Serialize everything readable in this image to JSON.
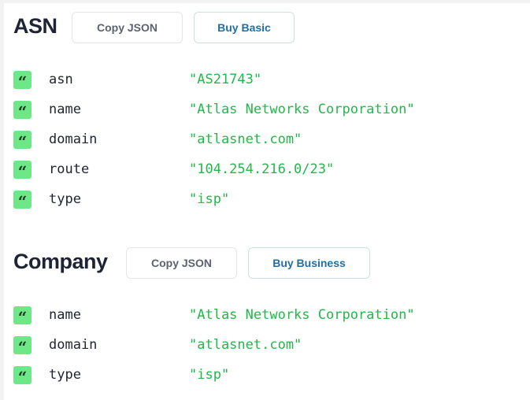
{
  "sections": [
    {
      "title": "ASN",
      "copy_label": "Copy JSON",
      "buy_label": "Buy Basic",
      "rows": [
        {
          "icon": "quote-icon",
          "key": "asn",
          "value": "\"AS21743\""
        },
        {
          "icon": "quote-icon",
          "key": "name",
          "value": "\"Atlas Networks Corporation\""
        },
        {
          "icon": "quote-icon",
          "key": "domain",
          "value": "\"atlasnet.com\""
        },
        {
          "icon": "quote-icon",
          "key": "route",
          "value": "\"104.254.216.0/23\""
        },
        {
          "icon": "quote-icon",
          "key": "type",
          "value": "\"isp\""
        }
      ]
    },
    {
      "title": "Company",
      "copy_label": "Copy JSON",
      "buy_label": "Buy Business",
      "rows": [
        {
          "icon": "quote-icon",
          "key": "name",
          "value": "\"Atlas Networks Corporation\""
        },
        {
          "icon": "quote-icon",
          "key": "domain",
          "value": "\"atlasnet.com\""
        },
        {
          "icon": "quote-icon",
          "key": "type",
          "value": "\"isp\""
        }
      ]
    }
  ],
  "quote_glyph": "“",
  "colors": {
    "icon_bg": "#6ee787",
    "value": "#22b84a",
    "buy_text": "#1f6fa8"
  }
}
